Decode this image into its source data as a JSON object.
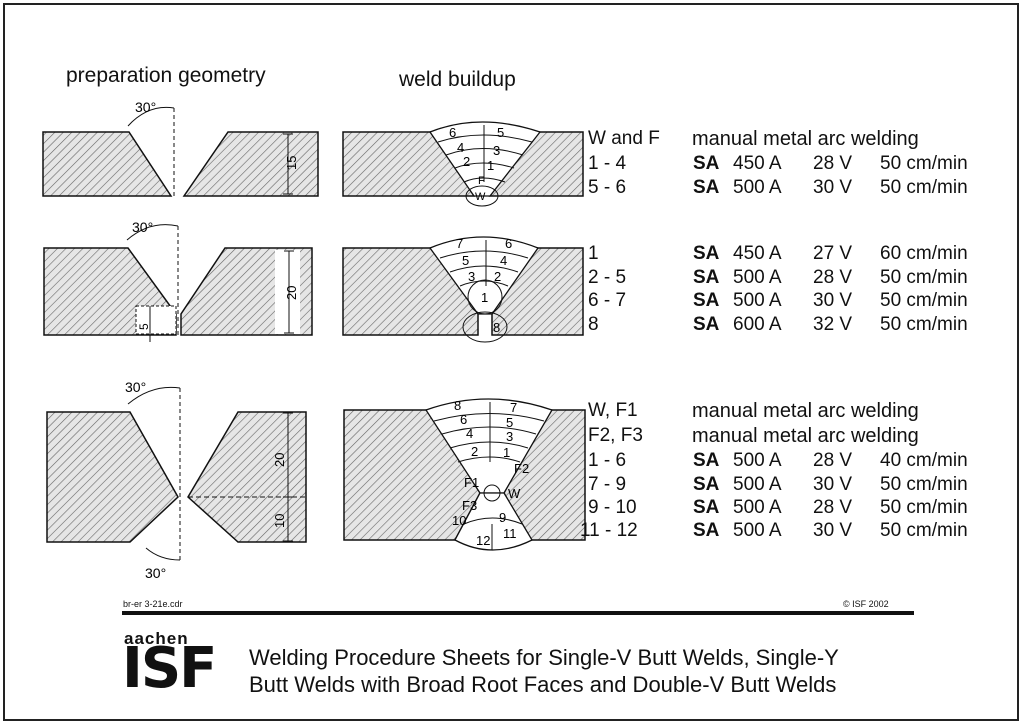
{
  "headers": {
    "preparation": "preparation geometry",
    "buildup": "weld buildup"
  },
  "section1": {
    "angle": "30°",
    "dimension": "15",
    "passes": [
      "6",
      "5",
      "4",
      "3",
      "2",
      "1",
      "F",
      "W"
    ],
    "rows": [
      {
        "passes": "W and F",
        "process": "manual metal arc welding"
      },
      {
        "passes": "1 - 4",
        "process_type": "SA",
        "current": "450 A",
        "voltage": "28 V",
        "speed": "50 cm/min"
      },
      {
        "passes": "5 - 6",
        "process_type": "SA",
        "current": "500 A",
        "voltage": "30 V",
        "speed": "50 cm/min"
      }
    ]
  },
  "section2": {
    "angle": "30°",
    "dimension": "20",
    "root_dimension": "5",
    "passes": [
      "7",
      "6",
      "5",
      "4",
      "3",
      "2",
      "1",
      "8"
    ],
    "rows": [
      {
        "passes": "1",
        "process_type": "SA",
        "current": "450 A",
        "voltage": "27 V",
        "speed": "60 cm/min"
      },
      {
        "passes": "2 - 5",
        "process_type": "SA",
        "current": "500 A",
        "voltage": "28 V",
        "speed": "50 cm/min"
      },
      {
        "passes": "6 - 7",
        "process_type": "SA",
        "current": "500 A",
        "voltage": "30 V",
        "speed": "50 cm/min"
      },
      {
        "passes": "8",
        "process_type": "SA",
        "current": "600 A",
        "voltage": "32 V",
        "speed": "50 cm/min"
      }
    ]
  },
  "section3": {
    "angle_top": "30°",
    "angle_bottom": "30°",
    "dimension_top": "20",
    "dimension_bottom": "10",
    "passes": [
      "8",
      "7",
      "6",
      "5",
      "4",
      "3",
      "2",
      "1",
      "F2",
      "F1",
      "W",
      "F3",
      "10",
      "9",
      "12",
      "11"
    ],
    "rows": [
      {
        "passes": "W, F1",
        "process": "manual metal arc welding"
      },
      {
        "passes": "F2, F3",
        "process": "manual metal arc welding"
      },
      {
        "passes": "1 - 6",
        "process_type": "SA",
        "current": "500 A",
        "voltage": "28 V",
        "speed": "40 cm/min"
      },
      {
        "passes": "7 - 9",
        "process_type": "SA",
        "current": "500 A",
        "voltage": "30 V",
        "speed": "50 cm/min"
      },
      {
        "passes": "9 - 10",
        "process_type": "SA",
        "current": "500 A",
        "voltage": "28 V",
        "speed": "50 cm/min"
      },
      {
        "passes": "11 - 12",
        "process_type": "SA",
        "current": "500 A",
        "voltage": "30 V",
        "speed": "50 cm/min"
      }
    ]
  },
  "footer": {
    "file_ref": "br-er 3-21e.cdr",
    "copyright": "© ISF 2002",
    "logo_small": "aachen",
    "logo_big": "ISF",
    "title_line1": "Welding Procedure Sheets for Single-V Butt Welds, Single-Y",
    "title_line2": "Butt Welds with Broad Root Faces and Double-V Butt Welds"
  }
}
